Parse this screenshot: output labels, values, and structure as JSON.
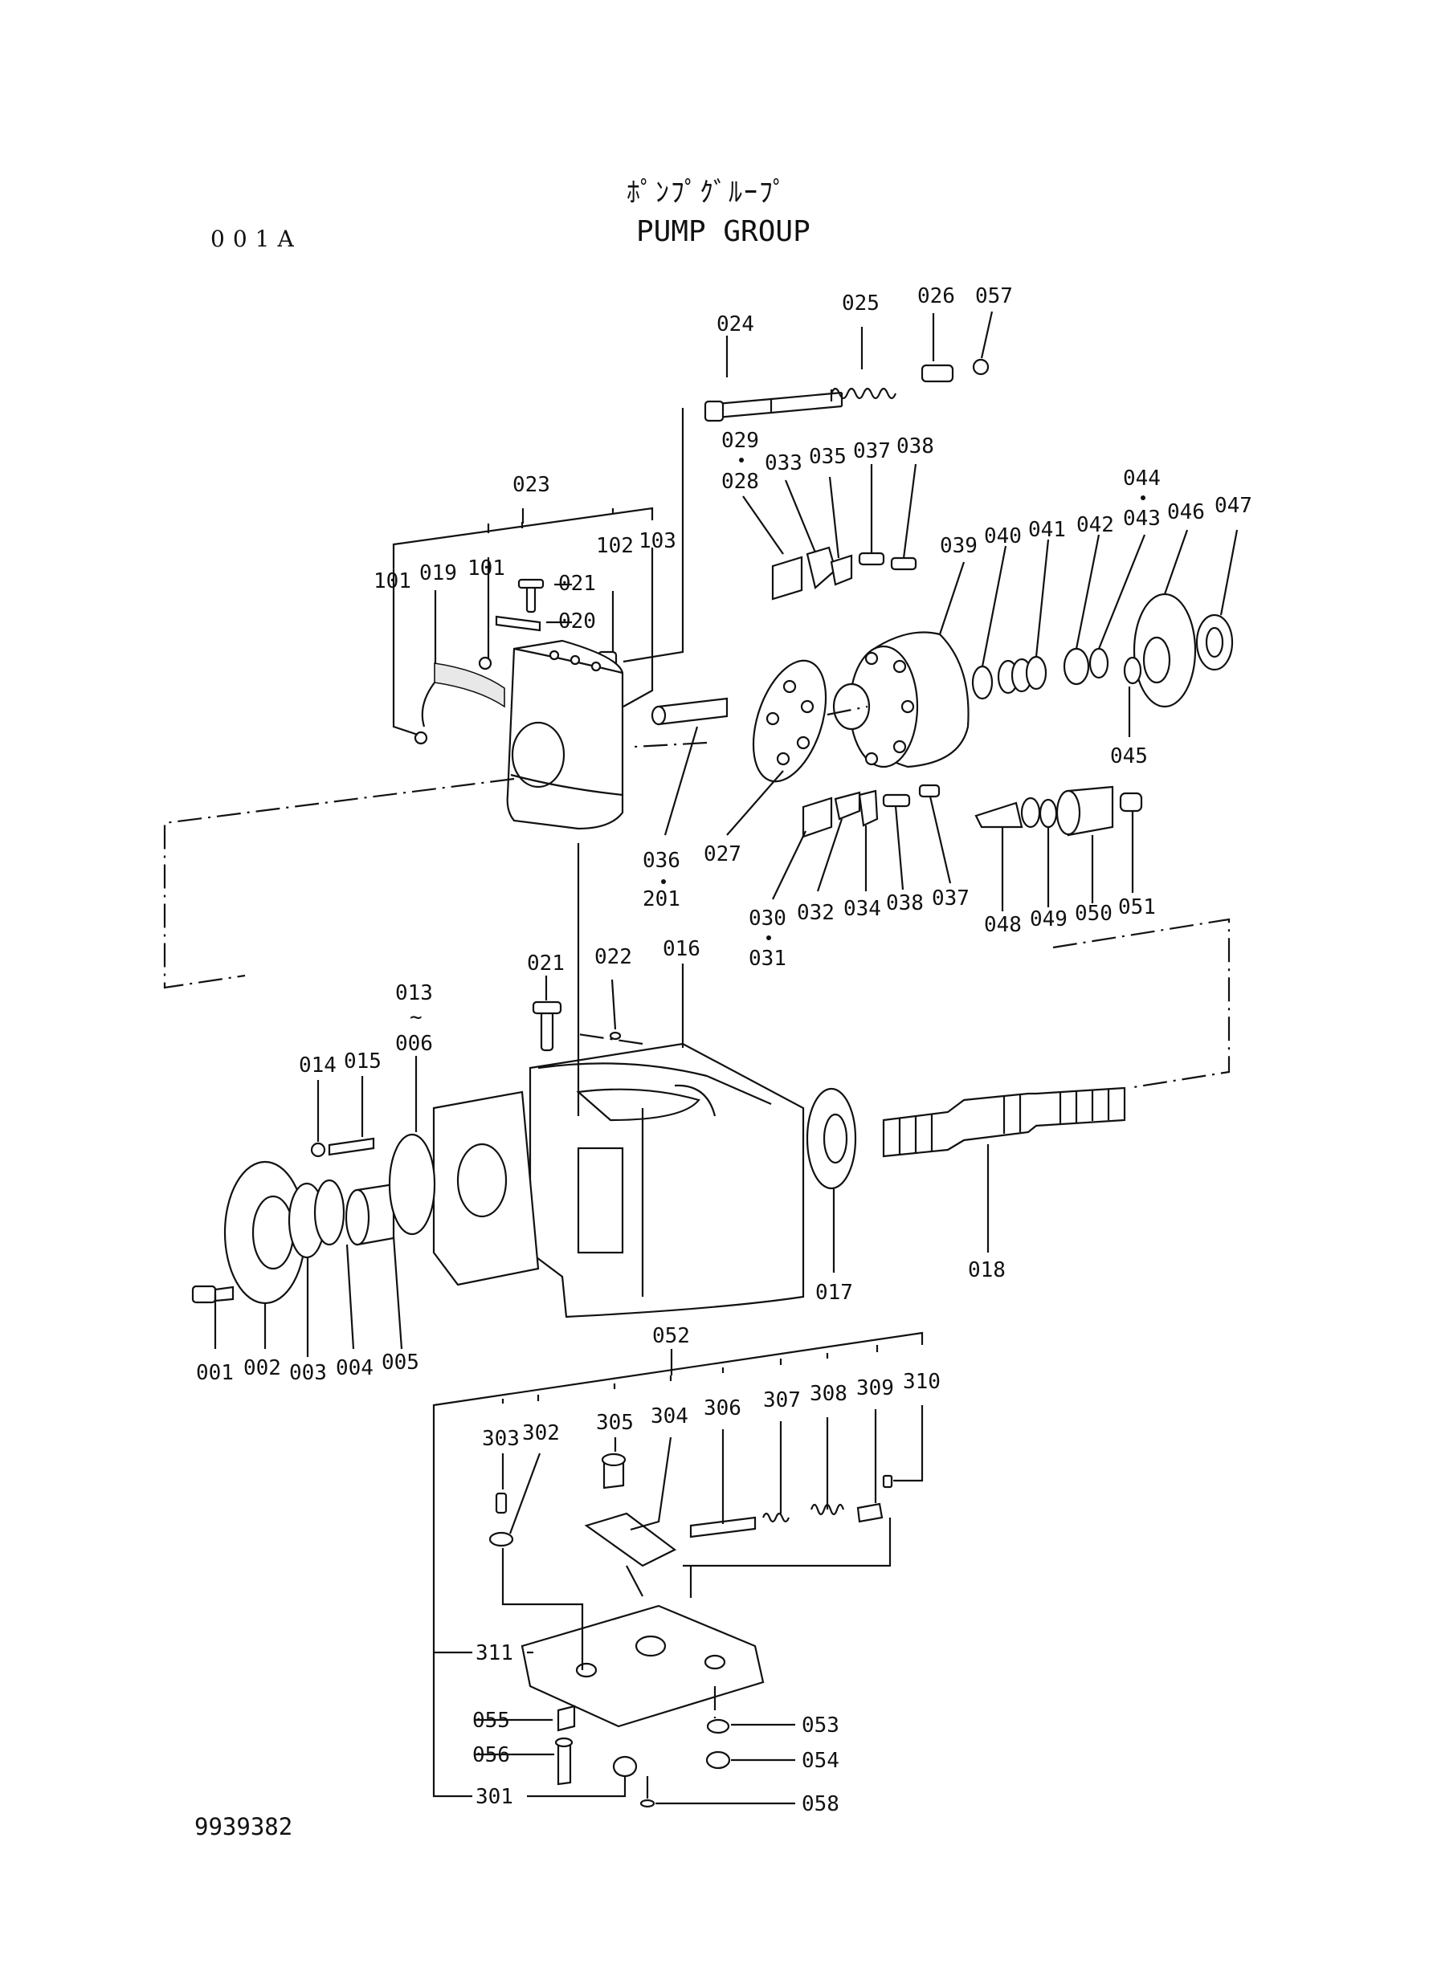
{
  "header": {
    "title_jp": "ﾎﾟﾝﾌﾟｸﾞﾙｰﾌﾟ",
    "title_en": "PUMP GROUP",
    "page_code": "001A"
  },
  "footer": {
    "doc_number": "9939382"
  },
  "callouts": [
    "001",
    "002",
    "003",
    "004",
    "005",
    "006",
    "013",
    "014",
    "015",
    "016",
    "017",
    "018",
    "019",
    "020",
    "021",
    "021b",
    "022",
    "023",
    "024",
    "025",
    "026",
    "027",
    "028",
    "029",
    "030",
    "031",
    "032",
    "033",
    "034",
    "035",
    "036",
    "037",
    "037b",
    "038",
    "038b",
    "039",
    "040",
    "041",
    "042",
    "043",
    "044",
    "045",
    "046",
    "047",
    "048",
    "049",
    "050",
    "051",
    "052",
    "053",
    "054",
    "055",
    "056",
    "057",
    "058",
    "101",
    "101b",
    "102",
    "103",
    "201",
    "301",
    "302",
    "303",
    "304",
    "305",
    "306",
    "307",
    "308",
    "309",
    "310",
    "311"
  ],
  "labels": {
    "p001": "001",
    "p002": "002",
    "p003": "003",
    "p004": "004",
    "p005": "005",
    "p006": "006",
    "p013": "013",
    "p014": "014",
    "p015": "015",
    "p016": "016",
    "p017": "017",
    "p018": "018",
    "p019": "019",
    "p020": "020",
    "p021": "021",
    "p021b": "021",
    "p022": "022",
    "p023": "023",
    "p024": "024",
    "p025": "025",
    "p026": "026",
    "p027": "027",
    "p028": "028",
    "p029": "029",
    "p030": "030",
    "p031": "031",
    "p032": "032",
    "p033": "033",
    "p034": "034",
    "p035": "035",
    "p036": "036",
    "p037": "037",
    "p037b": "037",
    "p038": "038",
    "p038b": "038",
    "p039": "039",
    "p040": "040",
    "p041": "041",
    "p042": "042",
    "p043": "043",
    "p044": "044",
    "p045": "045",
    "p046": "046",
    "p047": "047",
    "p048": "048",
    "p049": "049",
    "p050": "050",
    "p051": "051",
    "p052": "052",
    "p053": "053",
    "p054": "054",
    "p055": "055",
    "p056": "056",
    "p057": "057",
    "p058": "058",
    "p101": "101",
    "p101b": "101",
    "p102": "102",
    "p103": "103",
    "p201": "201",
    "p301": "301",
    "p302": "302",
    "p303": "303",
    "p304": "304",
    "p305": "305",
    "p306": "306",
    "p307": "307",
    "p308": "308",
    "p309": "309",
    "p310": "310",
    "p311": "311",
    "range_sep": "~"
  }
}
